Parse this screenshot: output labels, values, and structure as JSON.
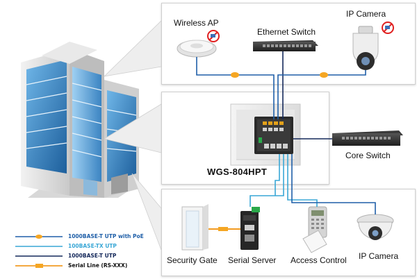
{
  "top_panel": {
    "wireless_ap_label": "Wireless AP",
    "ethernet_switch_label": "Ethernet Switch",
    "ip_camera_label": "IP Camera"
  },
  "middle_panel": {
    "model_label": "WGS-804HPT",
    "core_switch_label": "Core Switch"
  },
  "bottom_panel": {
    "security_gate_label": "Security Gate",
    "serial_server_label": "Serial Server",
    "access_control_label": "Access Control",
    "ip_camera_label": "IP Camera"
  },
  "legend": {
    "items": [
      {
        "label": "1000BASE-T UTP with PoE",
        "color": "#1f5fa8",
        "text_color": "#1f5fa8"
      },
      {
        "label": "100BASE-TX UTP",
        "color": "#39a7d6",
        "text_color": "#39a7d6"
      },
      {
        "label": "1000BASE-T UTP",
        "color": "#14285a",
        "text_color": "#14285a"
      },
      {
        "label": "Serial Line (RS-XXX)",
        "color": "#f08c00",
        "text_color": "#111111"
      }
    ]
  },
  "colors": {
    "poe_line": "#1f5fa8",
    "fast_line": "#39a7d6",
    "gig_line": "#14285a",
    "serial_line": "#f08c00",
    "poe_badge": "#f5a623"
  }
}
